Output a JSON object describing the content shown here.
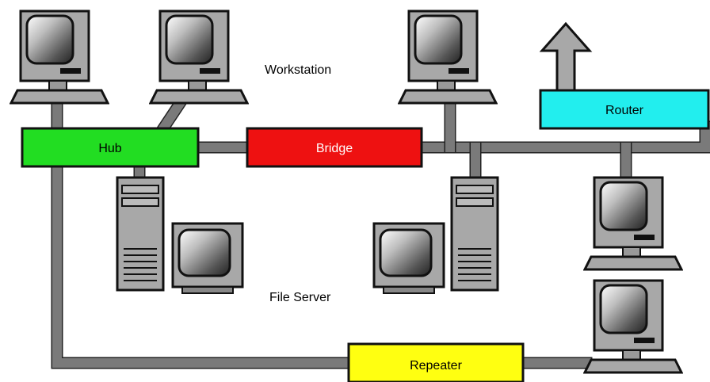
{
  "labels": {
    "workstation": "Workstation",
    "file_server": "File Server"
  },
  "devices": {
    "hub": {
      "label": "Hub",
      "color": "#22dd22",
      "text_color": "#000000"
    },
    "bridge": {
      "label": "Bridge",
      "color": "#ee1111",
      "text_color": "#ffffff"
    },
    "router": {
      "label": "Router",
      "color": "#22eeee",
      "text_color": "#000000"
    },
    "repeater": {
      "label": "Repeater",
      "color": "#ffff11",
      "text_color": "#000000"
    }
  },
  "icons": [
    "workstation-icon",
    "file-server-icon",
    "router-uplink-arrow-icon"
  ]
}
